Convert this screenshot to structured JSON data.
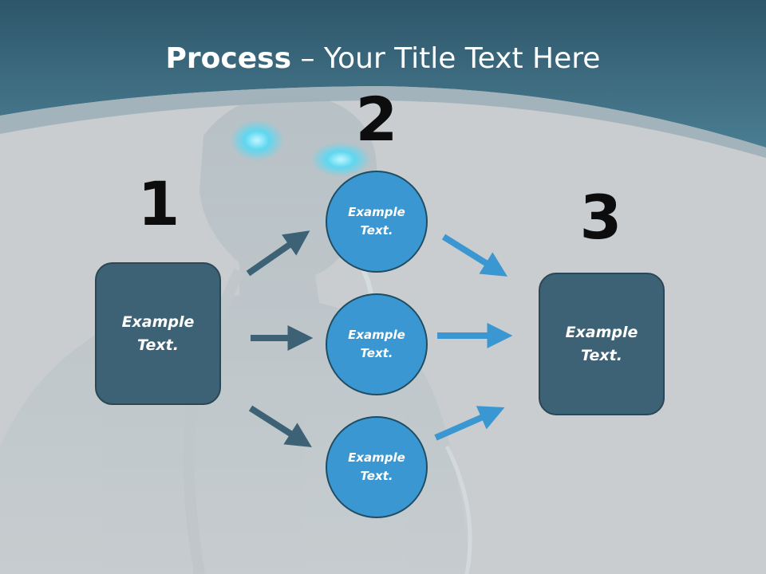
{
  "title": {
    "bold": "Process",
    "rest": " – Your Title Text Here"
  },
  "steps": [
    {
      "number": "1",
      "label": "Example\nText."
    },
    {
      "number": "2",
      "labels": [
        "Example\nText.",
        "Example\nText.",
        "Example\nText."
      ]
    },
    {
      "number": "3",
      "label": "Example\nText."
    }
  ],
  "colors": {
    "header": "#3f7185",
    "box": "#3e6275",
    "circle": "#3a97d1",
    "arrow_dark": "#3e6275",
    "arrow_blue": "#3a97d1"
  }
}
